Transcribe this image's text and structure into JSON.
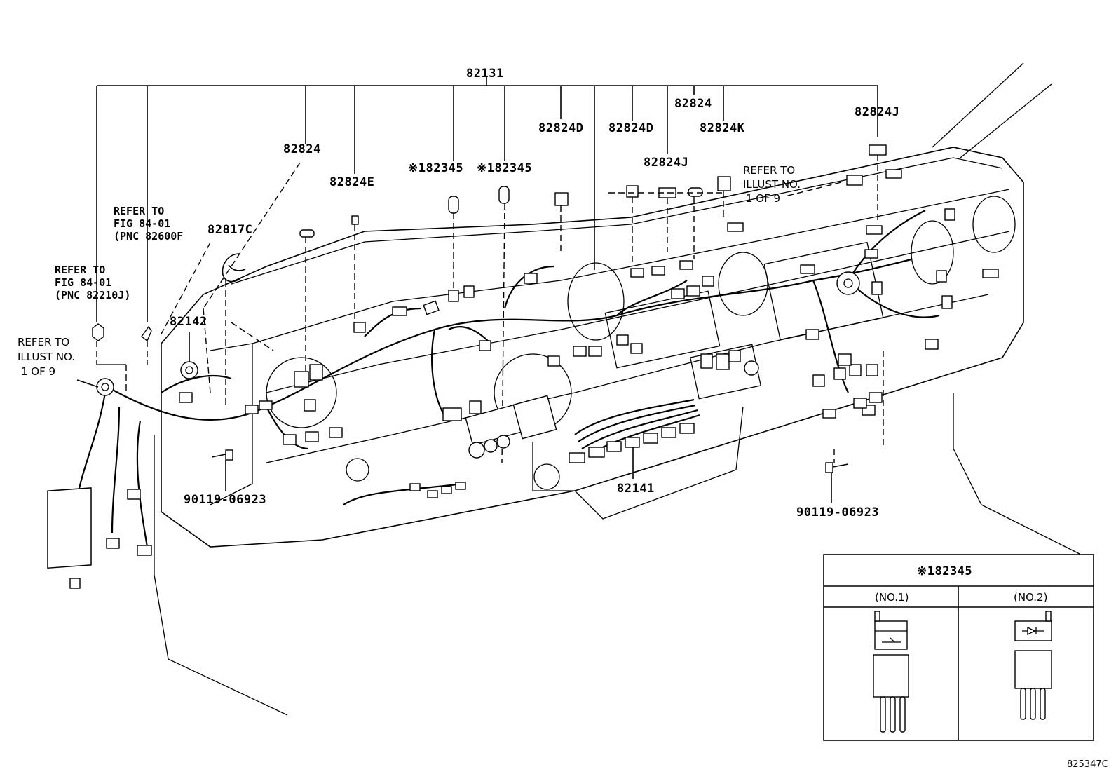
{
  "labels": {
    "main_harness": "82131",
    "conn_82824_a": "82824",
    "conn_82824e": "82824E",
    "relay_1": "※182345",
    "relay_2": "※182345",
    "conn_82824d_a": "82824D",
    "conn_82824d_b": "82824D",
    "conn_82824j_a": "82824J",
    "conn_82824_b": "82824",
    "conn_82824k": "82824K",
    "conn_82824j_b": "82824J",
    "clamp_82817c": "82817C",
    "grommet_82142": "82142",
    "harness_82141": "82141",
    "bolt_left": "90119-06923",
    "bolt_right": "90119-06923",
    "figure_code": "825347C"
  },
  "refer_notes": {
    "fig_82600f": [
      "REFER TO",
      "FIG 84-01",
      "(PNC 82600F"
    ],
    "fig_82210j": [
      "REFER TO",
      "FIG 84-01",
      "(PNC 82210J)"
    ],
    "illust_left": [
      "REFER TO",
      "ILLUST NO.",
      "1 OF 9"
    ],
    "illust_right": [
      "REFER TO",
      "ILLUST NO.",
      "1 OF 9"
    ]
  },
  "inset": {
    "title": "※182345",
    "col1": "(NO.1)",
    "col2": "(NO.2)"
  }
}
